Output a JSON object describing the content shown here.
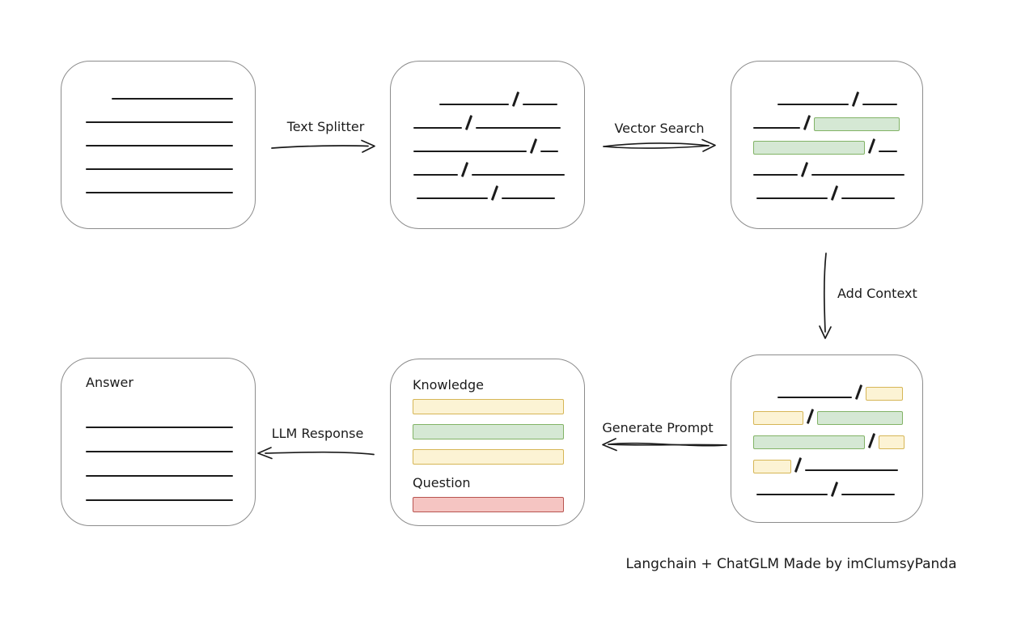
{
  "caption": "Langchain + ChatGLM Made by imClumsyPanda",
  "colors": {
    "ink": "#1b1b1b",
    "box_border": "#8c8c8c",
    "green_fill": "#d5e8d4",
    "green_border": "#82b366",
    "yellow_fill": "#fcf3d4",
    "yellow_border": "#d6b656",
    "red_fill": "#f5c5c2",
    "red_border": "#b85450"
  },
  "arrows": {
    "text_splitter": {
      "label": "Text Splitter",
      "direction": "right"
    },
    "vector_search": {
      "label": "Vector Search",
      "direction": "right"
    },
    "add_context": {
      "label": "Add Context",
      "direction": "down"
    },
    "generate_prompt": {
      "label": "Generate Prompt",
      "direction": "left"
    },
    "llm_response": {
      "label": "LLM Response",
      "direction": "left"
    }
  },
  "nodes": {
    "document": {
      "rows": [
        {
          "indent": 32,
          "segs": [
            {
              "t": "line",
              "w": 150
            }
          ]
        },
        {
          "indent": 0,
          "segs": [
            {
              "t": "line",
              "w": 182
            }
          ]
        },
        {
          "indent": 0,
          "segs": [
            {
              "t": "line",
              "w": 182
            }
          ]
        },
        {
          "indent": 0,
          "segs": [
            {
              "t": "line",
              "w": 182
            }
          ]
        },
        {
          "indent": 0,
          "segs": [
            {
              "t": "line",
              "w": 182
            }
          ]
        }
      ]
    },
    "split_text": {
      "rows": [
        {
          "indent": 32,
          "segs": [
            {
              "t": "line",
              "w": 86
            },
            {
              "t": "slash"
            },
            {
              "t": "line",
              "w": 43
            }
          ]
        },
        {
          "indent": 0,
          "segs": [
            {
              "t": "line",
              "w": 60
            },
            {
              "t": "slash"
            },
            {
              "t": "line",
              "w": 105
            }
          ]
        },
        {
          "indent": 0,
          "segs": [
            {
              "t": "line",
              "w": 140
            },
            {
              "t": "slash"
            },
            {
              "t": "line",
              "w": 22
            }
          ]
        },
        {
          "indent": 0,
          "segs": [
            {
              "t": "line",
              "w": 55
            },
            {
              "t": "slash"
            },
            {
              "t": "line",
              "w": 115
            }
          ]
        },
        {
          "indent": 4,
          "segs": [
            {
              "t": "line",
              "w": 88
            },
            {
              "t": "slash"
            },
            {
              "t": "line",
              "w": 66
            }
          ]
        }
      ]
    },
    "matched_chunks": {
      "rows": [
        {
          "indent": 30,
          "segs": [
            {
              "t": "line",
              "w": 88
            },
            {
              "t": "slash"
            },
            {
              "t": "line",
              "w": 43
            }
          ]
        },
        {
          "indent": 0,
          "segs": [
            {
              "t": "line",
              "w": 58
            },
            {
              "t": "slash"
            },
            {
              "t": "green",
              "w": 106
            }
          ]
        },
        {
          "indent": 0,
          "segs": [
            {
              "t": "green",
              "w": 138
            },
            {
              "t": "slash"
            },
            {
              "t": "line",
              "w": 23
            }
          ]
        },
        {
          "indent": 0,
          "segs": [
            {
              "t": "line",
              "w": 55
            },
            {
              "t": "slash"
            },
            {
              "t": "line",
              "w": 115
            }
          ]
        },
        {
          "indent": 4,
          "segs": [
            {
              "t": "line",
              "w": 88
            },
            {
              "t": "slash"
            },
            {
              "t": "line",
              "w": 66
            }
          ]
        }
      ]
    },
    "context_chunks": {
      "rows": [
        {
          "indent": 30,
          "segs": [
            {
              "t": "line",
              "w": 92
            },
            {
              "t": "slash"
            },
            {
              "t": "yellow",
              "w": 46
            }
          ]
        },
        {
          "indent": 0,
          "segs": [
            {
              "t": "yellow",
              "w": 62
            },
            {
              "t": "slash"
            },
            {
              "t": "green",
              "w": 106
            }
          ]
        },
        {
          "indent": 0,
          "segs": [
            {
              "t": "green",
              "w": 138
            },
            {
              "t": "slash"
            },
            {
              "t": "yellow",
              "w": 32
            }
          ]
        },
        {
          "indent": 0,
          "segs": [
            {
              "t": "yellow",
              "w": 47
            },
            {
              "t": "slash"
            },
            {
              "t": "line",
              "w": 115
            }
          ]
        },
        {
          "indent": 4,
          "segs": [
            {
              "t": "line",
              "w": 88
            },
            {
              "t": "slash"
            },
            {
              "t": "line",
              "w": 66
            }
          ]
        }
      ]
    },
    "prompt": {
      "knowledge_label": "Knowledge",
      "knowledge_bars": [
        "yellow",
        "green",
        "yellow"
      ],
      "question_label": "Question",
      "question_bars": [
        "red"
      ]
    },
    "answer": {
      "label": "Answer",
      "rows": [
        {
          "indent": 0,
          "segs": [
            {
              "t": "line",
              "w": 182
            }
          ]
        },
        {
          "indent": 0,
          "segs": [
            {
              "t": "line",
              "w": 182
            }
          ]
        },
        {
          "indent": 0,
          "segs": [
            {
              "t": "line",
              "w": 182
            }
          ]
        },
        {
          "indent": 0,
          "segs": [
            {
              "t": "line",
              "w": 182
            }
          ]
        }
      ]
    }
  }
}
